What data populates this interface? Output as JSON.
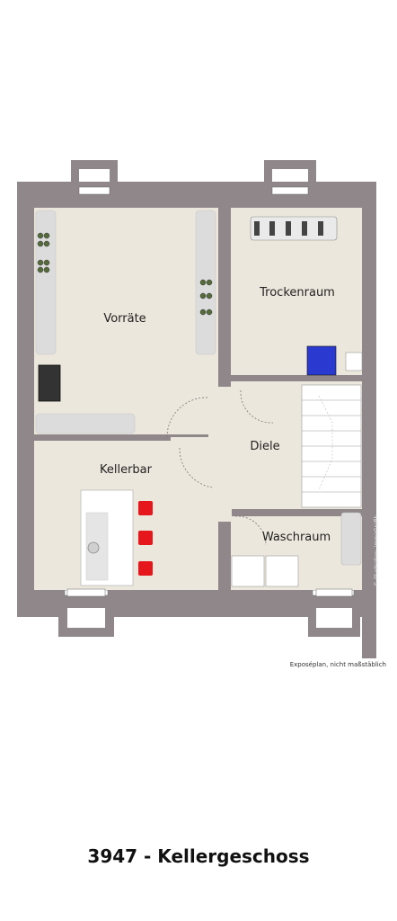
{
  "rooms": {
    "vorraete": "Vorräte",
    "trockenraum": "Trockenraum",
    "diele": "Diele",
    "kellerbar": "Kellerbar",
    "waschraum": "Waschraum"
  },
  "caption": "Exposéplan, nicht maßstäblich",
  "credit": "© Illustration: immoGrafik",
  "title": "3947 - Kellergeschoss",
  "colors": {
    "wall": "#8f878a",
    "floor": "#ece7dc",
    "furniture": "#dcdcdc",
    "stool": "#e5161c",
    "dryer": "#2a3ad0"
  }
}
